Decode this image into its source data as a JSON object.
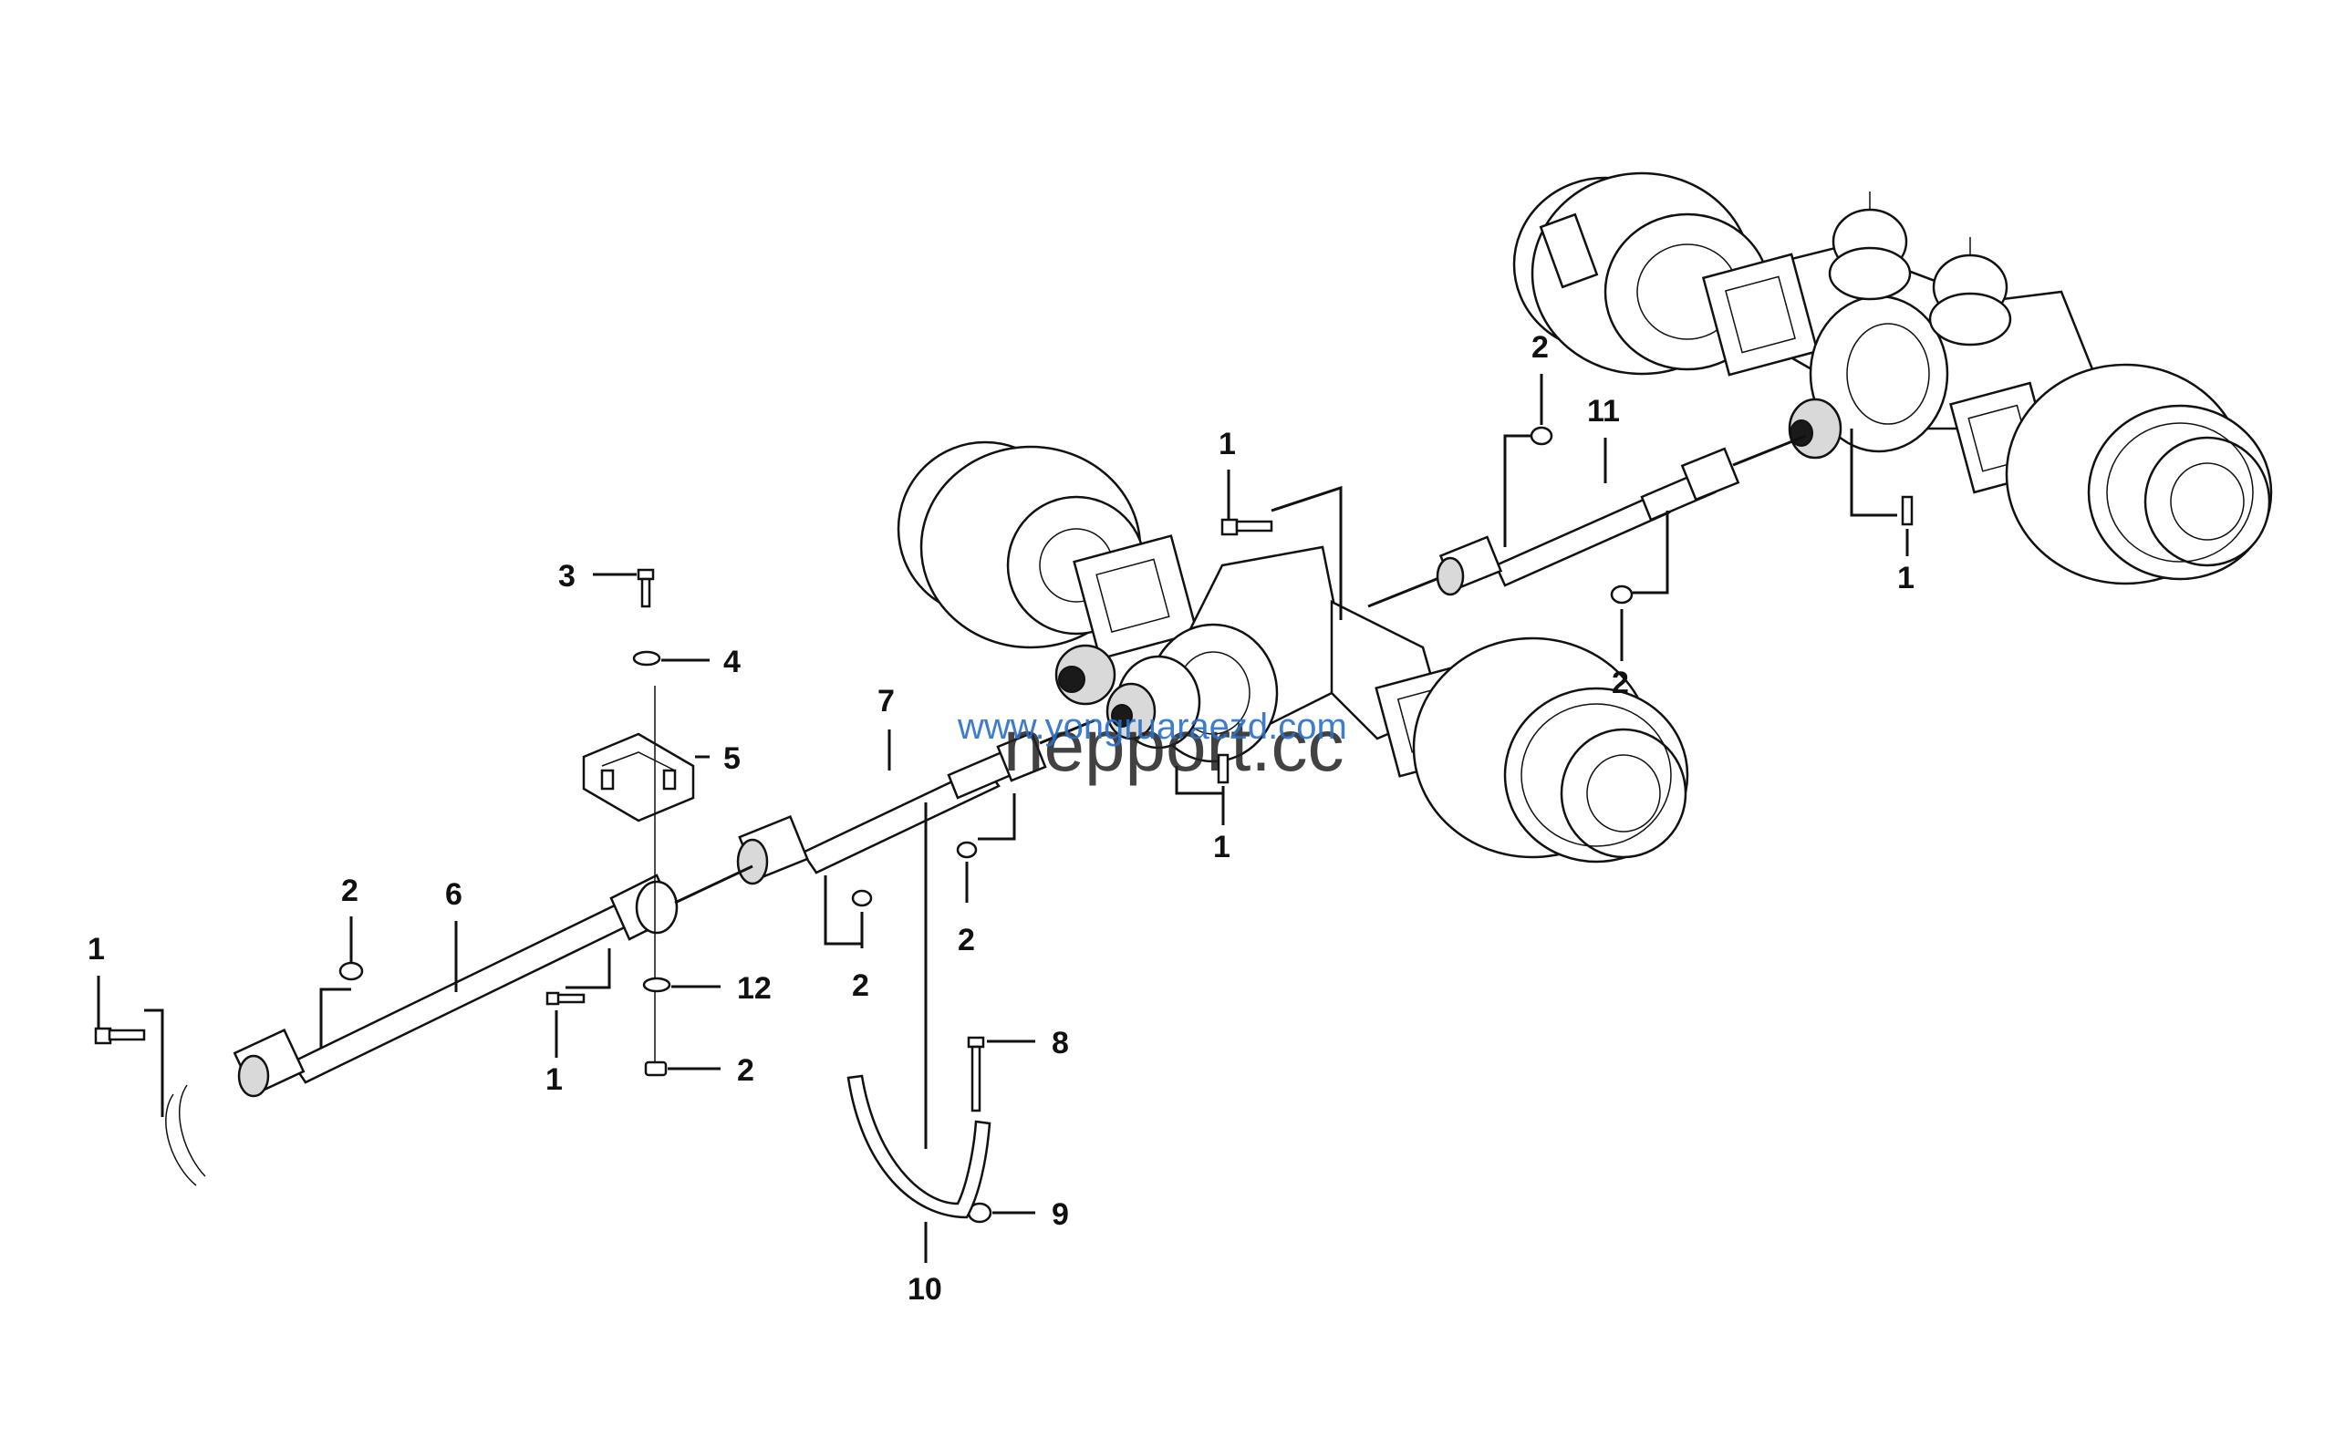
{
  "diagram": {
    "callouts": [
      "1",
      "2",
      "3",
      "4",
      "5",
      "6",
      "7",
      "8",
      "9",
      "10",
      "11",
      "12"
    ],
    "watermark_url": "www.yongruaraezd.com",
    "watermark_brand": "nepport.cc"
  }
}
